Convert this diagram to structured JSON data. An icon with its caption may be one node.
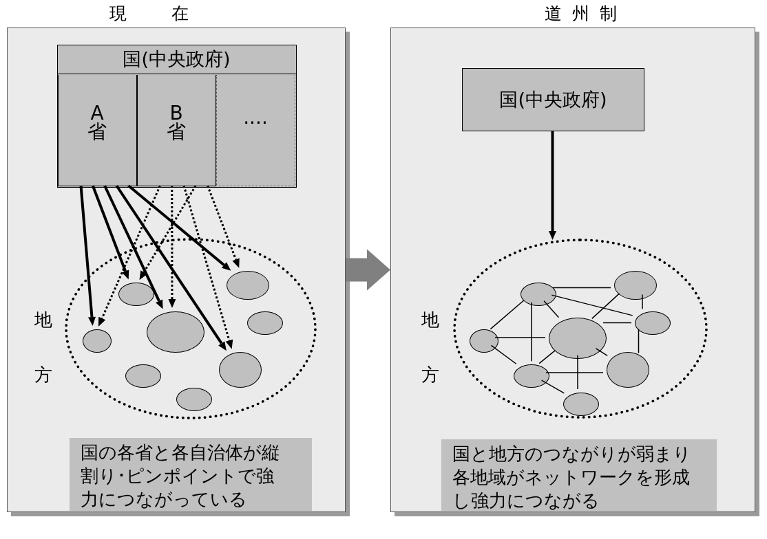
{
  "diagram": {
    "nodes": [
      {
        "text": [
          "現在"
        ]
      },
      {
        "text": [
          "国(中央政府)"
        ],
        "in": 0
      },
      {
        "text": [
          "A省"
        ],
        "in": 1
      },
      {
        "text": [
          "B省"
        ],
        "in": 1
      },
      {
        "text": [
          "····"
        ],
        "in": 1
      },
      {
        "text": [],
        "shape": "ellipse",
        "in": 0
      },
      {
        "text": [],
        "shape": "ellipse",
        "in": 5
      },
      {
        "text": [],
        "shape": "ellipse",
        "in": 5
      },
      {
        "text": [],
        "shape": "ellipse",
        "in": 5
      },
      {
        "text": [],
        "shape": "ellipse",
        "in": 5
      },
      {
        "text": [],
        "shape": "ellipse",
        "in": 5
      },
      {
        "text": [],
        "shape": "ellipse",
        "in": 5
      },
      {
        "text": [],
        "shape": "ellipse",
        "in": 5
      },
      {
        "text": [],
        "shape": "ellipse",
        "in": 5
      },
      {
        "text": [
          "国の各省と各自治体が縦割り･ピンポイントで強力につながっている"
        ],
        "in": 0
      },
      {
        "text": [
          "道州制"
        ]
      },
      {
        "text": [
          "国(中央政府)"
        ],
        "in": 15
      },
      {
        "text": [],
        "shape": "ellipse",
        "in": 15
      },
      {
        "text": [],
        "shape": "ellipse",
        "in": 17
      },
      {
        "text": [],
        "shape": "ellipse",
        "in": 17
      },
      {
        "text": [],
        "shape": "ellipse",
        "in": 17
      },
      {
        "text": [],
        "shape": "ellipse",
        "in": 17
      },
      {
        "text": [],
        "shape": "ellipse",
        "in": 17
      },
      {
        "text": [],
        "shape": "ellipse",
        "in": 17
      },
      {
        "text": [],
        "shape": "ellipse",
        "in": 17
      },
      {
        "text": [],
        "shape": "ellipse",
        "in": 17
      },
      {
        "text": [
          "国と地方のつながりが弱まり各地域がネットワークを形成し強力につながる"
        ],
        "in": 15
      }
    ],
    "edges": [
      {
        "from": 2,
        "to": 10,
        "arrow": "to",
        "style": "thick"
      },
      {
        "from": 2,
        "to": 6,
        "arrow": "to",
        "style": "thick"
      },
      {
        "from": 2,
        "to": 8,
        "arrow": "to",
        "style": "thick"
      },
      {
        "from": 2,
        "to": 12,
        "arrow": "to",
        "style": "thick"
      },
      {
        "from": 2,
        "to": 7,
        "arrow": "to",
        "style": "thick"
      },
      {
        "from": 3,
        "to": 10,
        "arrow": "to",
        "style": "dashed"
      },
      {
        "from": 3,
        "to": 8,
        "arrow": "to",
        "style": "dashed"
      },
      {
        "from": 3,
        "to": 12,
        "arrow": "to",
        "style": "dashed"
      },
      {
        "from": 3,
        "to": 6,
        "arrow": "to",
        "style": "dashed"
      },
      {
        "from": 3,
        "to": 7,
        "arrow": "to",
        "style": "dashed"
      },
      {
        "from": 0,
        "to": 15,
        "arrow": "to",
        "style": "thick",
        "color": "#808080"
      },
      {
        "from": 16,
        "to": 17,
        "arrow": "to",
        "style": "thick"
      },
      {
        "from": 18,
        "to": 19,
        "arrow": "none"
      },
      {
        "from": 18,
        "to": 21,
        "arrow": "none"
      },
      {
        "from": 18,
        "to": 22,
        "arrow": "none"
      },
      {
        "from": 18,
        "to": 23,
        "arrow": "none"
      },
      {
        "from": 18,
        "to": 20,
        "arrow": "none"
      },
      {
        "from": 19,
        "to": 20,
        "arrow": "none"
      },
      {
        "from": 19,
        "to": 21,
        "arrow": "none"
      },
      {
        "from": 21,
        "to": 20,
        "arrow": "none"
      },
      {
        "from": 21,
        "to": 24,
        "arrow": "none"
      },
      {
        "from": 22,
        "to": 20,
        "arrow": "none"
      },
      {
        "from": 22,
        "to": 23,
        "arrow": "none"
      },
      {
        "from": 23,
        "to": 20,
        "arrow": "none"
      },
      {
        "from": 23,
        "to": 24,
        "arrow": "none"
      },
      {
        "from": 23,
        "to": 25,
        "arrow": "none"
      },
      {
        "from": 20,
        "to": 25,
        "arrow": "none"
      },
      {
        "from": 20,
        "to": 24,
        "arrow": "none"
      }
    ],
    "labels": [
      "地方",
      "地方"
    ]
  }
}
